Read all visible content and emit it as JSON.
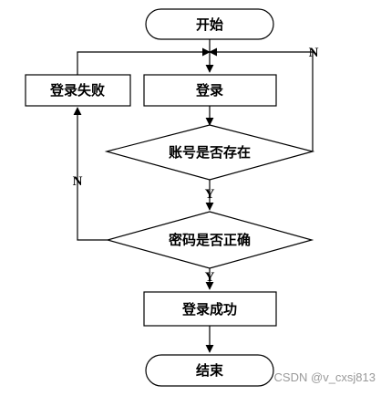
{
  "nodes": {
    "start": "开始",
    "login": "登录",
    "login_failed": "登录失败",
    "check_account": "账号是否存在",
    "check_password": "密码是否正确",
    "login_success": "登录成功",
    "end": "结束"
  },
  "edges": {
    "account_no": "N",
    "account_yes": "Y",
    "password_no": "N",
    "password_yes": "Y"
  },
  "watermark": "CSDN @v_cxsj813",
  "colors": {
    "stroke": "#000000",
    "fill": "#ffffff",
    "watermark": "#9a9a9a"
  }
}
